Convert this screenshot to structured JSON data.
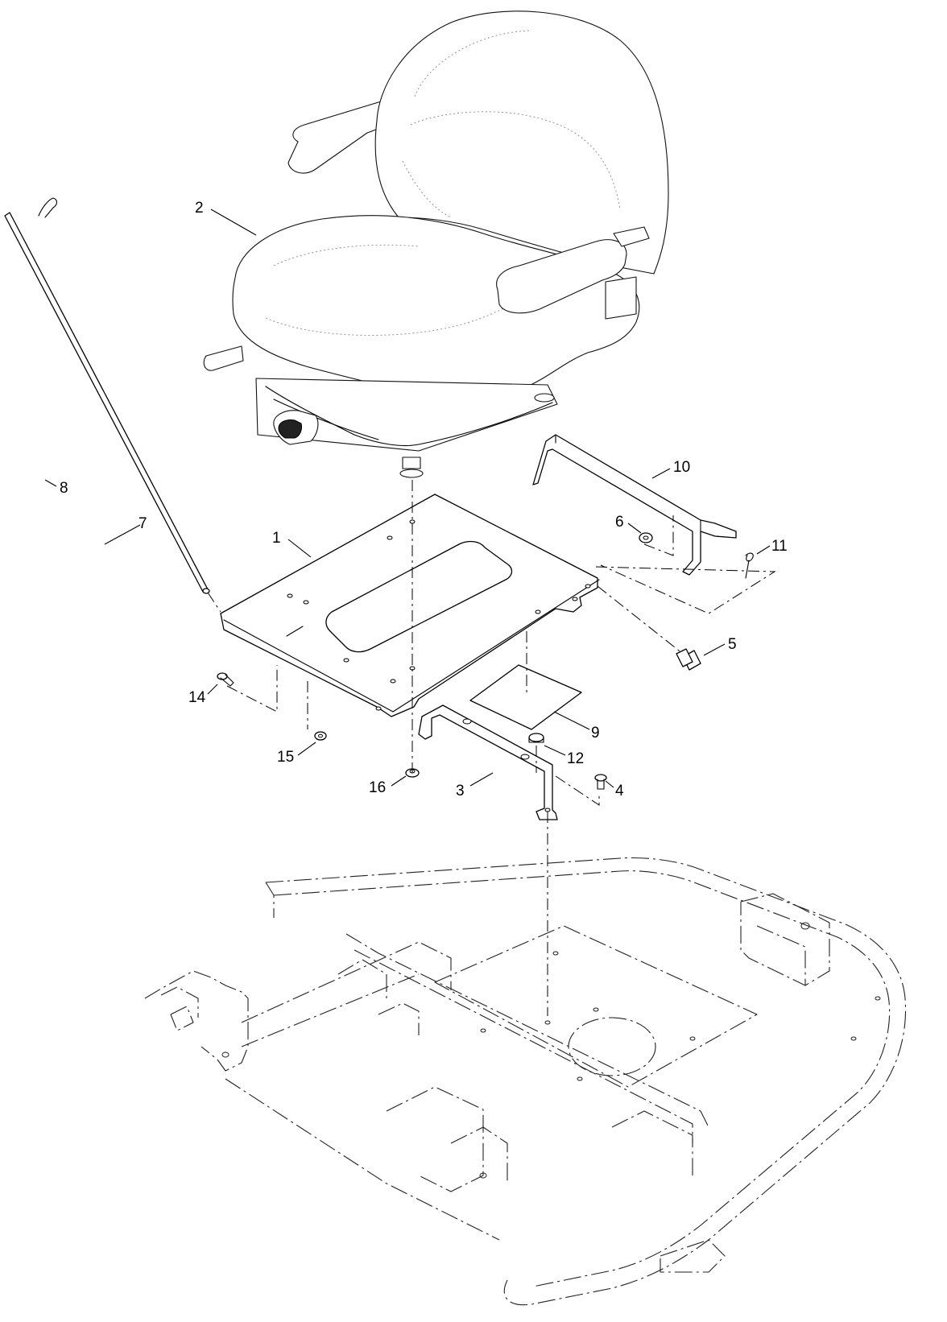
{
  "callouts": {
    "c1": "1",
    "c2": "2",
    "c3": "3",
    "c4": "4",
    "c5": "5",
    "c6": "6",
    "c7": "7",
    "c8": "8",
    "c9": "9",
    "c10": "10",
    "c11": "11",
    "c12": "12",
    "c14": "14",
    "c15": "15",
    "c16": "16"
  },
  "colors": {
    "line": "#000000",
    "background": "#ffffff",
    "phantom_frame": "#222222"
  },
  "icons": {
    "seat": "seat-assembly-icon",
    "frame": "mower-frame-phantom-icon"
  }
}
